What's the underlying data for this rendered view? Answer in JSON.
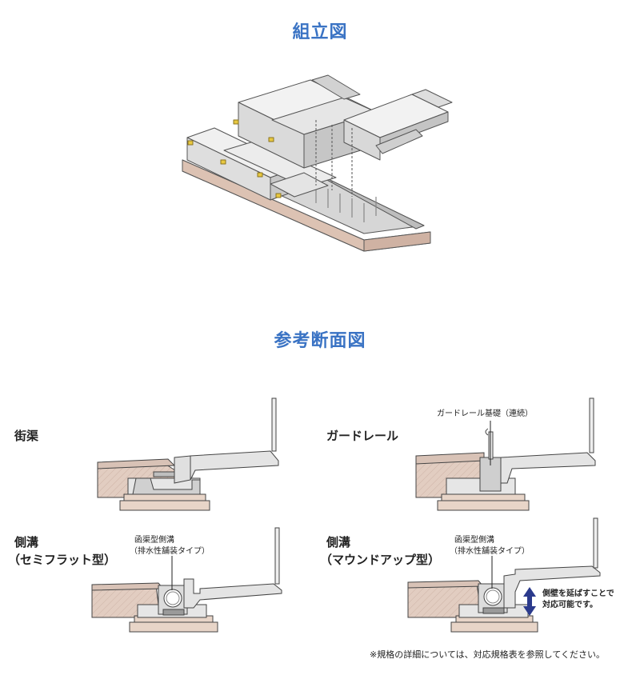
{
  "titles": {
    "assembly": "組立図",
    "section": "参考断面図"
  },
  "sections": {
    "gaikyo": {
      "label": "街渠"
    },
    "guardrail": {
      "label": "ガードレール",
      "callout": "ガードレール基礎（連続）"
    },
    "sokko_semi": {
      "label_line1": "側溝",
      "label_line2": "（セミフラット型）",
      "callout_line1": "函渠型側溝",
      "callout_line2": "（排水性舗装タイプ）"
    },
    "sokko_mound": {
      "label_line1": "側溝",
      "label_line2": "（マウンドアップ型）",
      "callout_line1": "函渠型側溝",
      "callout_line2": "（排水性舗装タイプ）",
      "side_note_line1": "側壁を延ばすことで",
      "side_note_line2": "対応可能です。"
    }
  },
  "footnote": "※規格の詳細については、対応規格表を参照してください。",
  "colors": {
    "title": "#3a73c4",
    "concrete": "#e4e4e4",
    "soil": "#e0cbbf",
    "base": "#e8d5c8",
    "arrow": "#2b3a8c"
  }
}
